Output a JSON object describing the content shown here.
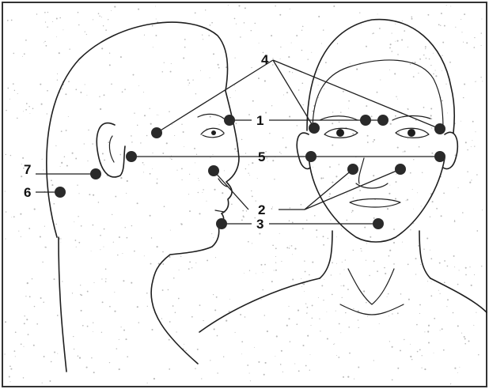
{
  "diagram": {
    "labels": [
      "1",
      "2",
      "3",
      "4",
      "5",
      "6",
      "7"
    ],
    "colors": {
      "line": "#1e1e1e",
      "point": "#2a2a2a",
      "background": "#ffffff",
      "border": "#333333"
    }
  }
}
